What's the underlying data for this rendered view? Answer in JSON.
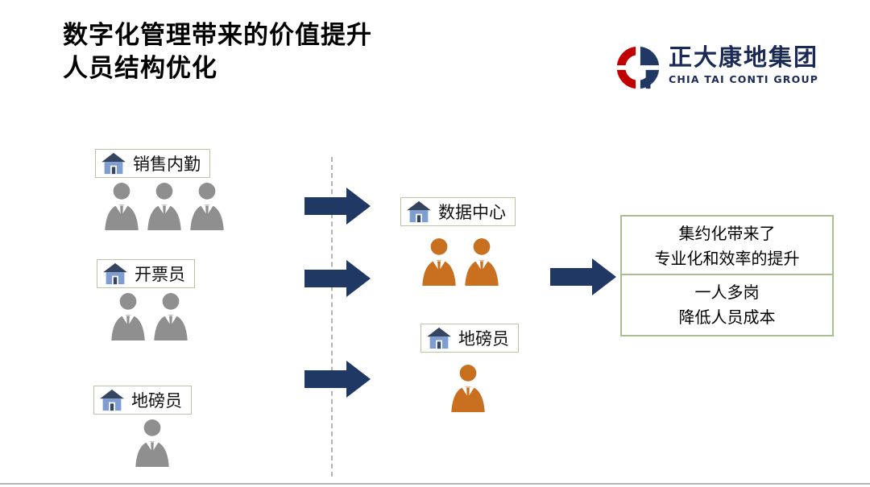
{
  "title": {
    "line1": "数字化管理带来的价值提升",
    "line2": "人员结构优化"
  },
  "logo": {
    "company": "正大康地集团",
    "company_en": "CHIA TAI CONTI GROUP"
  },
  "left_groups": [
    {
      "label": "销售内勤",
      "person_count": 3
    },
    {
      "label": "开票员",
      "person_count": 2
    },
    {
      "label": "地磅员",
      "person_count": 1
    }
  ],
  "right_groups": [
    {
      "label": "数据中心",
      "person_count": 2
    },
    {
      "label": "地磅员",
      "person_count": 1
    }
  ],
  "result_boxes": [
    {
      "line1": "集约化带来了",
      "line2": "专业化和效率的提升"
    },
    {
      "line1": "一人多岗",
      "line2": "降低人员成本"
    }
  ],
  "icons": {
    "house": "house-icon",
    "person": "person-icon",
    "arrow": "arrow-right-icon",
    "logo_mark": "chia-tai-conti-logo"
  },
  "colors": {
    "person_gray": "#8f8f8f",
    "person_orange": "#c8701f",
    "arrow_navy": "#1f3864",
    "box_border": "#a9bd8e",
    "label_border": "#b7c5a3",
    "logo_red": "#c00000",
    "logo_navy": "#1f3864",
    "company_text": "#1a2a55",
    "house_roof": "#36455f",
    "house_body": "#7e9ed2",
    "divider_gray": "#b3b3b3"
  }
}
